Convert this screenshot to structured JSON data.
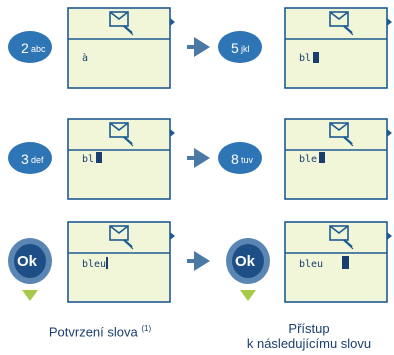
{
  "colors": {
    "screen_bg": "#f1f6d9",
    "screen_border": "#1f5a93",
    "key_blue": "#2e75b6",
    "arrow_blue": "#4b79a6",
    "ok_outer": "#5b86b4",
    "ok_inner": "#1d4f86",
    "ok_pointer": "#a8c84b",
    "cursor": "#1a3e6e"
  },
  "icons": [
    "envelope-icon",
    "pen-icon",
    "right-triangle-indicator-icon"
  ],
  "keys": {
    "k2": {
      "num": "2",
      "sub": "abc"
    },
    "k5": {
      "num": "5",
      "sub": "jkl"
    },
    "k3": {
      "num": "3",
      "sub": "def"
    },
    "k8": {
      "num": "8",
      "sub": "tuv"
    },
    "ok": "Ok"
  },
  "screens": {
    "s1": "à",
    "s2": "bl",
    "s3": "bl",
    "s4": "ble",
    "s5": "bleu",
    "s6": "bleu"
  },
  "captions": {
    "left": "Potvrzení slova",
    "left_note": "(1)",
    "right_line1": "Přístup",
    "right_line2": "k následujícímu slovu"
  }
}
